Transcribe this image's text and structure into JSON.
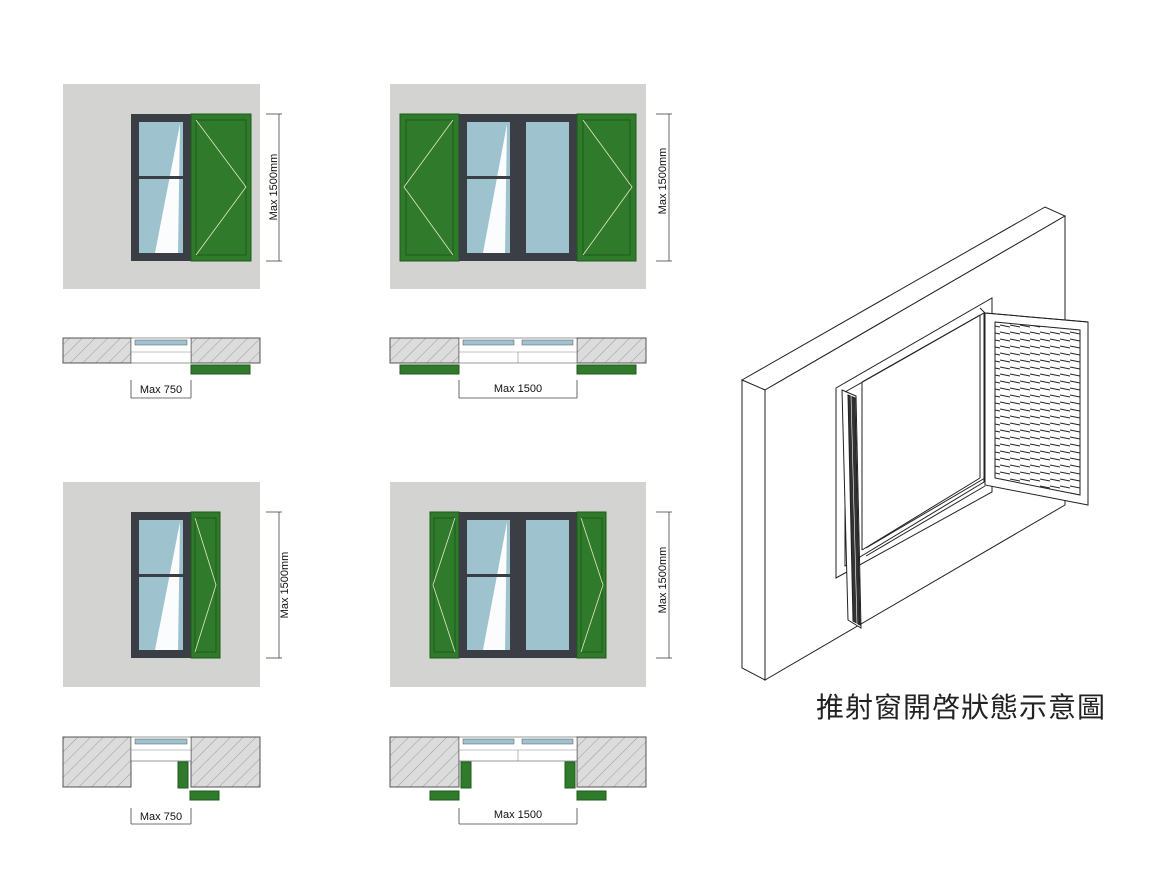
{
  "colors": {
    "wall": "#d3d4d2",
    "shutter": "#2f7a2b",
    "shutter_dark": "#1f5a1c",
    "frame": "#3b3e45",
    "glass": "#9ec3cf",
    "hatch": "#8a8a8a"
  },
  "panels": [
    {
      "height_label": "Max 1500mm",
      "width_label": "Max 750"
    },
    {
      "height_label": "Max 1500mm",
      "width_label": "Max 1500"
    },
    {
      "height_label": "Max 1500mm",
      "width_label": "Max 750"
    },
    {
      "height_label": "Max 1500mm",
      "width_label": "Max 1500"
    }
  ],
  "caption": "推射窗開啓狀態示意圖"
}
